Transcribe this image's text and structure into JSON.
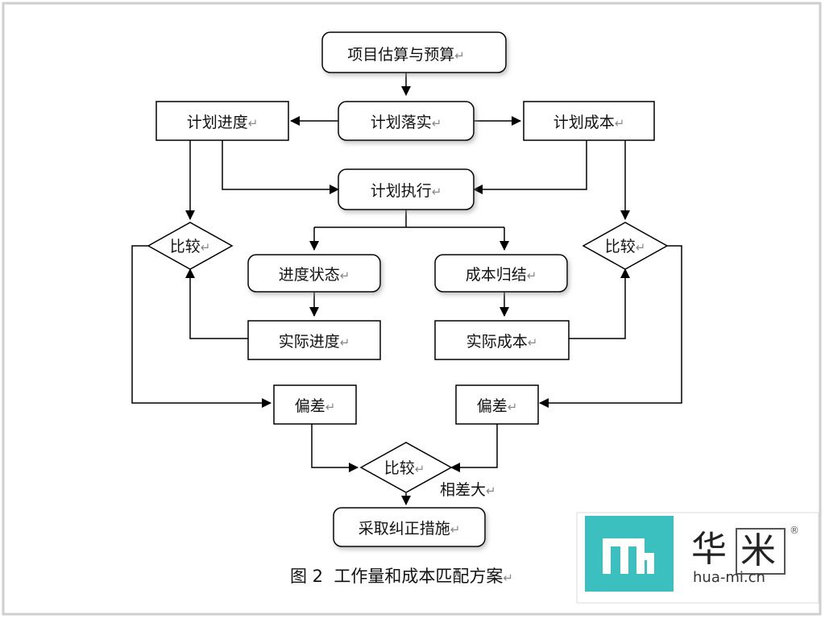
{
  "nodes": {
    "estimate_budget": "项目估算与预算",
    "plan_implement": "计划落实",
    "plan_schedule": "计划进度",
    "plan_cost": "计划成本",
    "plan_execute": "计划执行",
    "compare_left": "比较",
    "compare_right": "比较",
    "schedule_status": "进度状态",
    "cost_collection": "成本归结",
    "actual_schedule": "实际进度",
    "actual_cost": "实际成本",
    "deviation_left": "偏差",
    "deviation_right": "偏差",
    "compare_bottom": "比较",
    "corrective_action": "采取纠正措施"
  },
  "edge_labels": {
    "large_difference": "相差大"
  },
  "caption": "图 2  工作量和成本匹配方案",
  "paragraph_mark": "↵",
  "watermark": {
    "brand_cn_1": "华",
    "brand_cn_2": "米",
    "url": "hua-mi.cn",
    "registered": "®",
    "logo_color": "#3bbfbf"
  }
}
